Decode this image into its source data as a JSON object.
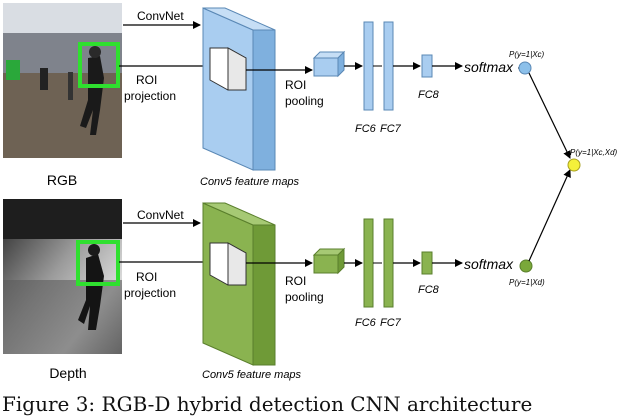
{
  "streams": [
    {
      "id": "rgb",
      "image_label": "RGB",
      "convnet_label": "ConvNet",
      "roi_projection_label": [
        "ROI",
        "projection"
      ],
      "roi_pooling_label": [
        "ROI",
        "pooling"
      ],
      "feature_maps_label": "Conv5 feature maps",
      "fc6_label": "FC6",
      "fc7_label": "FC7",
      "fc8_label": "FC8",
      "softmax_label": "softmax",
      "prob_label": "P(y=1|Xc)"
    },
    {
      "id": "depth",
      "image_label": "Depth",
      "convnet_label": "ConvNet",
      "roi_projection_label": [
        "ROI",
        "projection"
      ],
      "roi_pooling_label": [
        "ROI",
        "pooling"
      ],
      "feature_maps_label": "Conv5 feature maps",
      "fc6_label": "FC6",
      "fc7_label": "FC7",
      "fc8_label": "FC8",
      "softmax_label": "softmax",
      "prob_label": "P(y=1|Xd)"
    }
  ],
  "fusion_label": "P(y=1|Xc,Xd)",
  "caption": "Figure 3: RGB-D hybrid detection CNN architecture",
  "colors": {
    "rgb_fill": "#a9cdf0",
    "rgb_stroke": "#5a88b5",
    "rgb_dark": "#7fb0de",
    "depth_fill": "#8ab350",
    "depth_stroke": "#5a7f2c",
    "depth_dark": "#6f9a37",
    "roi_box": "#2fe02f",
    "prob_rgb": "#8cc0ea",
    "prob_depth": "#7aa83a",
    "fusion": "#f4f03a"
  },
  "icons": {
    "rgb_image": "indoor-scene-photo",
    "depth_image": "depth-map-photo"
  }
}
